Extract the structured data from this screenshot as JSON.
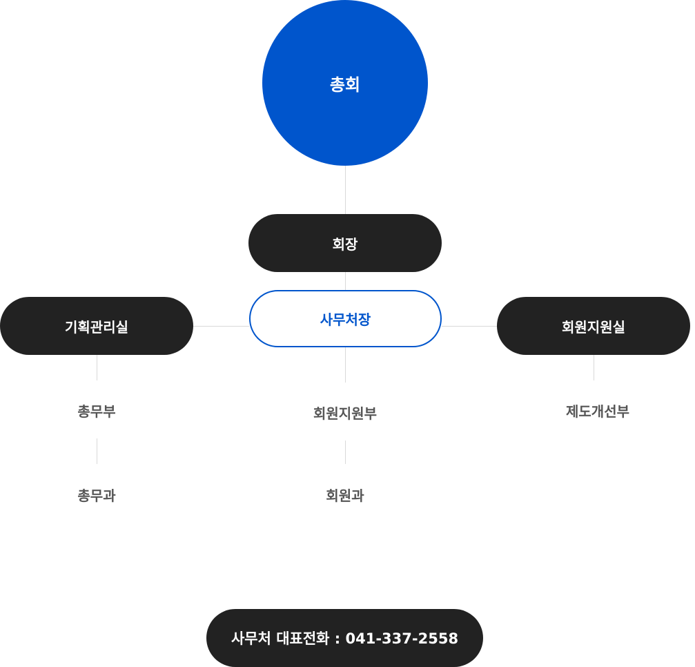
{
  "top": {
    "label": "총회"
  },
  "chairman": {
    "label": "회장"
  },
  "secretary_general": {
    "label": "사무처장"
  },
  "left_office": {
    "label": "기획관리실",
    "dept": "총무부",
    "section": "총무과"
  },
  "center_dept": {
    "dept": "회원지원부",
    "section": "회원과"
  },
  "right_office": {
    "label": "회원지원실",
    "dept": "제도개선부"
  },
  "footer": {
    "phone_text": "사무처 대표전화 : 041-337-2558"
  },
  "colors": {
    "primary_blue": "#0055CC",
    "dark": "#222222",
    "line": "#D9D9D9",
    "text_gray": "#555555"
  }
}
